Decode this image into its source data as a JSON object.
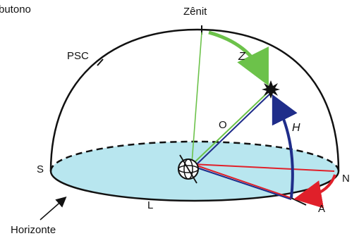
{
  "diagram": {
    "labels": {
      "zenith": "Zênit",
      "nadir_partial": "butono",
      "psc": "PSC",
      "south": "S",
      "north": "N",
      "west": "O",
      "east": "L",
      "horizon": "Horizonte",
      "zenith_distance": "Z",
      "altitude": "H",
      "azimuth": "A"
    },
    "colors": {
      "horizon_fill": "#b8e6ef",
      "outline": "#111111",
      "zenith_arc": "#6cc24a",
      "altitude_arc": "#1f2d8a",
      "azimuth_arc": "#e0202a",
      "green_line": "#6cc24a",
      "blue_line": "#1f2d8a",
      "red_line": "#e0202a"
    },
    "icons": {
      "star": "star-burst-icon",
      "observer": "observer-globe-icon",
      "pointer": "arrow-pointer-icon"
    }
  }
}
